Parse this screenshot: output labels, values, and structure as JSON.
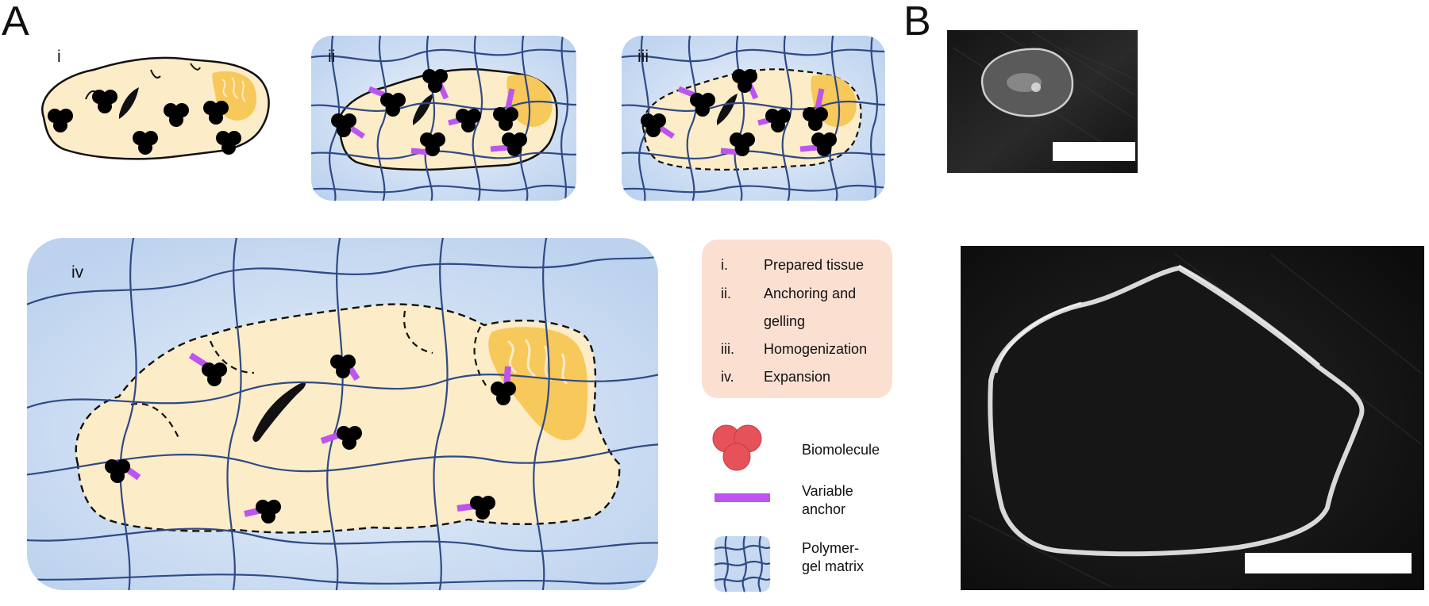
{
  "panels": {
    "A": "A",
    "B": "B"
  },
  "stages": {
    "i": "i",
    "ii": "ii",
    "iii": "iii",
    "iv": "iv"
  },
  "process_legend": [
    {
      "num": "i.",
      "lines": [
        "Prepared tissue"
      ]
    },
    {
      "num": "ii.",
      "lines": [
        "Anchoring and",
        "gelling"
      ]
    },
    {
      "num": "iii.",
      "lines": [
        "Homogenization"
      ]
    },
    {
      "num": "iv.",
      "lines": [
        "Expansion"
      ]
    }
  ],
  "symbol_legend": {
    "biomolecule": "Biomolecule",
    "anchor": [
      "Variable",
      "anchor"
    ],
    "gel": [
      "Polymer-",
      "gel matrix"
    ]
  },
  "colors": {
    "tissue": "#fdecc8",
    "cerebellum": "#f7c85a",
    "gel_panel": "#d6e5f6",
    "mesh": "#2f4a86",
    "biomolecule": "#e6525a",
    "anchor": "#bb55ee",
    "legend_box": "#fbe0d2"
  }
}
